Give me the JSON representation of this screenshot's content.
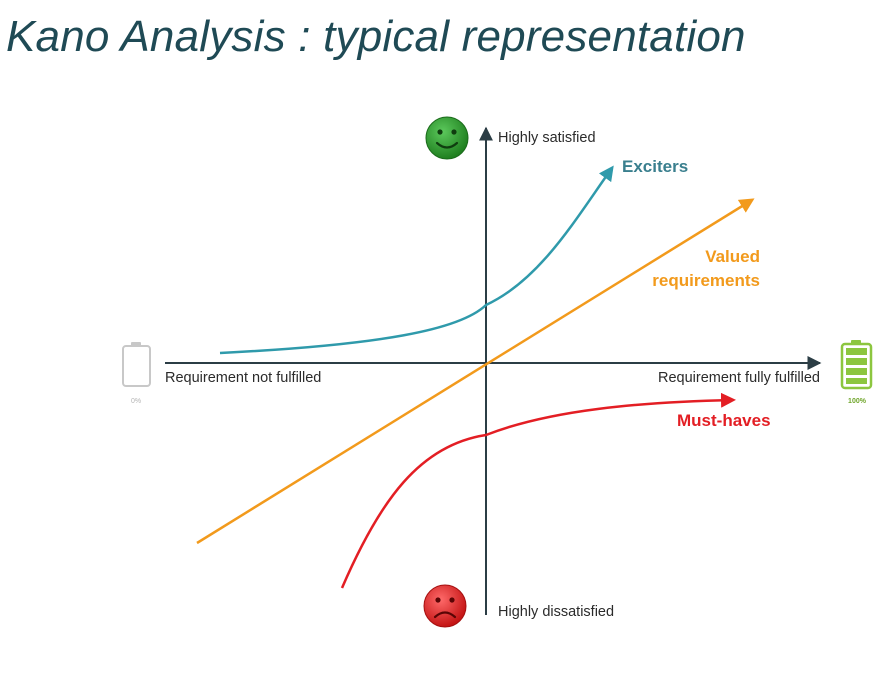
{
  "title": "Kano Analysis : typical representation",
  "axes": {
    "top_label": "Highly satisfied",
    "bottom_label": "Highly dissatisfied",
    "left_label": "Requirement not fulfilled",
    "right_label": "Requirement fully fulfilled"
  },
  "curves": {
    "exciters": {
      "label": "Exciters",
      "color": "#2f9aab"
    },
    "valued": {
      "label_line1": "Valued",
      "label_line2": "requirements",
      "color": "#f29a1c"
    },
    "must_haves": {
      "label": "Must-haves",
      "color": "#e31e24"
    }
  },
  "indicators": {
    "empty_battery": {
      "icon": "empty-battery-icon",
      "label": "0%"
    },
    "full_battery": {
      "icon": "full-battery-icon",
      "label": "100%",
      "color": "#8cc63f"
    },
    "happy_face": {
      "icon": "happy-face-icon",
      "color": "#2e9b2e"
    },
    "sad_face": {
      "icon": "sad-face-icon",
      "color": "#e52222"
    }
  },
  "colors": {
    "axis": "#2b3d45",
    "title": "#1f4a55"
  }
}
